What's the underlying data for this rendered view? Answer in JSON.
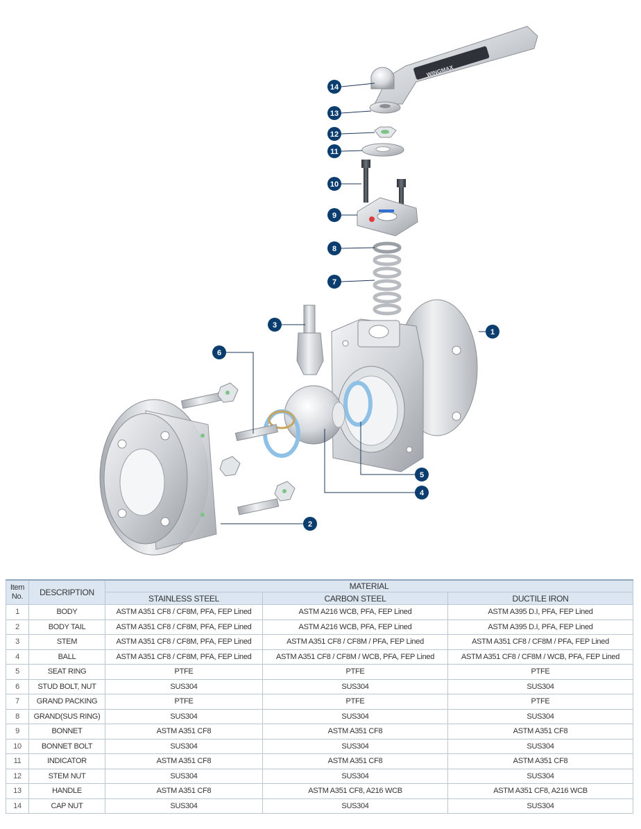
{
  "callouts": [
    "1",
    "2",
    "3",
    "4",
    "5",
    "6",
    "7",
    "8",
    "9",
    "10",
    "11",
    "12",
    "13",
    "14"
  ],
  "handle_brand": "WINGMAX",
  "colors": {
    "callout": "#0b3d6e",
    "header_bg": "#dbe6f1",
    "border": "#b9c6d4",
    "steel": "#c9ccd1"
  },
  "table": {
    "item_no_header": "Item No.",
    "description_header": "DESCRIPTION",
    "material_header": "MATERIAL",
    "material_columns": [
      "STAINLESS STEEL",
      "CARBON STEEL",
      "DUCTILE IRON"
    ],
    "rows": [
      {
        "no": "1",
        "desc": "BODY",
        "ss": "ASTM A351 CF8 / CF8M, PFA, FEP Lined",
        "cs": "ASTM A216 WCB, PFA, FEP Lined",
        "di": "ASTM A395 D.I, PFA, FEP Lined"
      },
      {
        "no": "2",
        "desc": "BODY TAIL",
        "ss": "ASTM A351 CF8 / CF8M, PFA, FEP Lined",
        "cs": "ASTM A216 WCB, PFA, FEP Lined",
        "di": "ASTM A395 D.I, PFA, FEP Lined"
      },
      {
        "no": "3",
        "desc": "STEM",
        "ss": "ASTM A351 CF8 / CF8M, PFA, FEP Lined",
        "cs": "ASTM A351 CF8 / CF8M / PFA, FEP Lined",
        "di": "ASTM A351 CF8 / CF8M / PFA, FEP Lined"
      },
      {
        "no": "4",
        "desc": "BALL",
        "ss": "ASTM A351 CF8 / CF8M, PFA, FEP Lined",
        "cs": "ASTM A351 CF8 / CF8M / WCB, PFA, FEP Lined",
        "di": "ASTM A351 CF8 / CF8M / WCB, PFA, FEP Lined"
      },
      {
        "no": "5",
        "desc": "SEAT RING",
        "ss": "PTFE",
        "cs": "PTFE",
        "di": "PTFE"
      },
      {
        "no": "6",
        "desc": "STUD BOLT, NUT",
        "ss": "SUS304",
        "cs": "SUS304",
        "di": "SUS304"
      },
      {
        "no": "7",
        "desc": "GRAND PACKING",
        "ss": "PTFE",
        "cs": "PTFE",
        "di": "PTFE"
      },
      {
        "no": "8",
        "desc": "GRAND(SUS RING)",
        "ss": "SUS304",
        "cs": "SUS304",
        "di": "SUS304"
      },
      {
        "no": "9",
        "desc": "BONNET",
        "ss": "ASTM A351 CF8",
        "cs": "ASTM A351 CF8",
        "di": "ASTM A351 CF8"
      },
      {
        "no": "10",
        "desc": "BONNET BOLT",
        "ss": "SUS304",
        "cs": "SUS304",
        "di": "SUS304"
      },
      {
        "no": "11",
        "desc": "INDICATOR",
        "ss": "ASTM A351 CF8",
        "cs": "ASTM A351 CF8",
        "di": "ASTM A351 CF8"
      },
      {
        "no": "12",
        "desc": "STEM NUT",
        "ss": "SUS304",
        "cs": "SUS304",
        "di": "SUS304"
      },
      {
        "no": "13",
        "desc": "HANDLE",
        "ss": "ASTM A351 CF8",
        "cs": "ASTM A351 CF8, A216 WCB",
        "di": "ASTM A351 CF8, A216 WCB"
      },
      {
        "no": "14",
        "desc": "CAP NUT",
        "ss": "SUS304",
        "cs": "SUS304",
        "di": "SUS304"
      }
    ]
  }
}
